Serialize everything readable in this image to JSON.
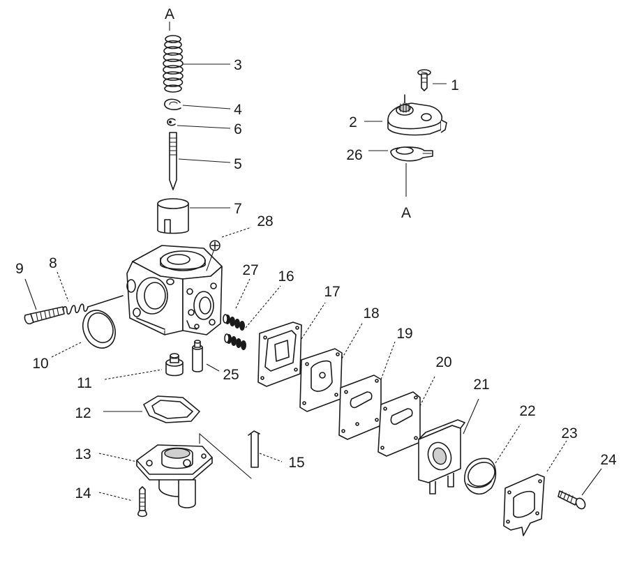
{
  "callouts": [
    {
      "id": "1",
      "text": "1"
    },
    {
      "id": "2",
      "text": "2"
    },
    {
      "id": "3",
      "text": "3"
    },
    {
      "id": "4",
      "text": "4"
    },
    {
      "id": "5",
      "text": "5"
    },
    {
      "id": "6",
      "text": "6"
    },
    {
      "id": "7",
      "text": "7"
    },
    {
      "id": "8",
      "text": "8"
    },
    {
      "id": "9",
      "text": "9"
    },
    {
      "id": "10",
      "text": "10"
    },
    {
      "id": "11",
      "text": "11"
    },
    {
      "id": "12",
      "text": "12"
    },
    {
      "id": "13",
      "text": "13"
    },
    {
      "id": "14",
      "text": "14"
    },
    {
      "id": "15",
      "text": "15"
    },
    {
      "id": "16",
      "text": "16"
    },
    {
      "id": "17",
      "text": "17"
    },
    {
      "id": "18",
      "text": "18"
    },
    {
      "id": "19",
      "text": "19"
    },
    {
      "id": "20",
      "text": "20"
    },
    {
      "id": "21",
      "text": "21"
    },
    {
      "id": "22",
      "text": "22"
    },
    {
      "id": "23",
      "text": "23"
    },
    {
      "id": "24",
      "text": "24"
    },
    {
      "id": "25",
      "text": "25"
    },
    {
      "id": "26",
      "text": "26"
    },
    {
      "id": "27",
      "text": "27"
    },
    {
      "id": "28",
      "text": "28"
    }
  ],
  "references": {
    "top": "A",
    "bottom": "A"
  }
}
